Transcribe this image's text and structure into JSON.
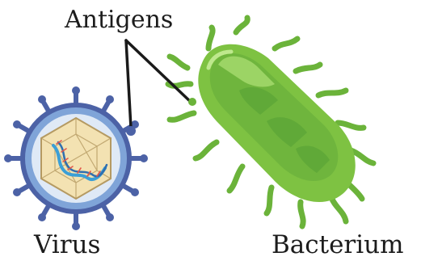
{
  "labels": {
    "antigens": "Antigens",
    "virus": "Virus",
    "bacterium": "Bacterium"
  },
  "colors": {
    "virus_spike": "#4c62a6",
    "virus_envelope": "#7fa4d8",
    "virus_capsid_fill": "#f3e2b2",
    "virus_capsid_edge": "#b59a62",
    "virus_dna": "#3b9fd6",
    "bacterium_body": "#7ec242",
    "bacterium_flagella": "#6bb33a",
    "bacterium_dark": "#549e35",
    "bacterium_light": "#a5d96c",
    "leader_line": "#1a1a1a"
  }
}
